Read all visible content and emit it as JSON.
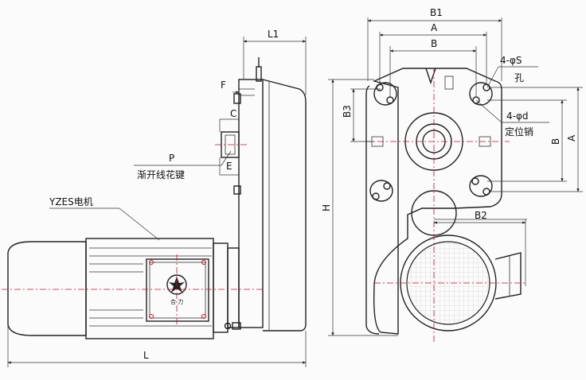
{
  "labels": {
    "F": "F",
    "C": "C",
    "E": "E",
    "P": "P",
    "spline": "渐开线花键",
    "motor": "YZES电机",
    "L1": "L1",
    "L": "L",
    "B1": "B1",
    "A": "A",
    "B": "B",
    "B2": "B2",
    "B3": "B3",
    "H": "H",
    "holes_s": "4-φS",
    "hole": "孔",
    "holes_d": "4-φd",
    "pin": "定位销"
  }
}
